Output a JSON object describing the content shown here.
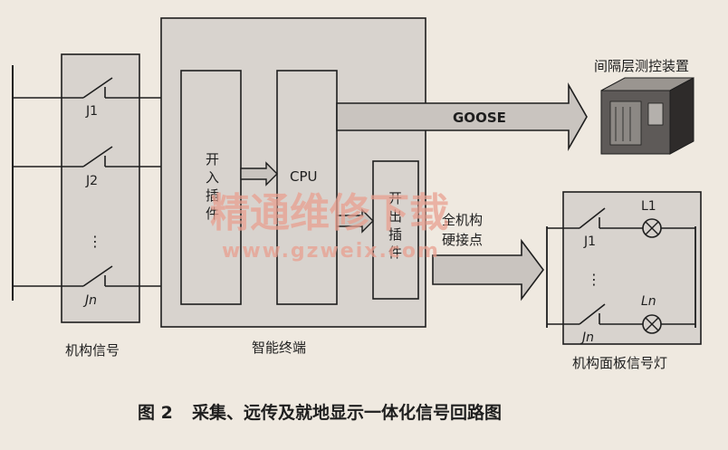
{
  "labels": {
    "mechanism_signal": "机构信号",
    "smart_terminal": "智能终端",
    "bay_device": "间隔层测控装置",
    "panel_lamp": "机构面板信号灯",
    "goose": "GOOSE",
    "cpu": "CPU",
    "binary_input": [
      "开",
      "入",
      "插",
      "件"
    ],
    "binary_output": [
      "开",
      "出",
      "插",
      "件"
    ],
    "hard_contact": [
      "全机构",
      "硬接点"
    ]
  },
  "contacts_left": [
    "J1",
    "J2",
    "⋮",
    "Jn"
  ],
  "contacts_right": [
    "J1",
    "⋮",
    "Jn"
  ],
  "lamps": [
    "L1",
    "Ln"
  ],
  "watermark": {
    "cn": "精通维修下载",
    "url": "www.gzweix.com"
  },
  "caption": {
    "fig_no": "图 2",
    "text": "采集、远传及就地显示一体化信号回路图"
  },
  "colors": {
    "line": "#1e1e1e",
    "box_fill": "#d8d3ce",
    "arrow_fill": "#c9c4bf",
    "background": "#efe9e0",
    "watermark": "#e9a090"
  }
}
